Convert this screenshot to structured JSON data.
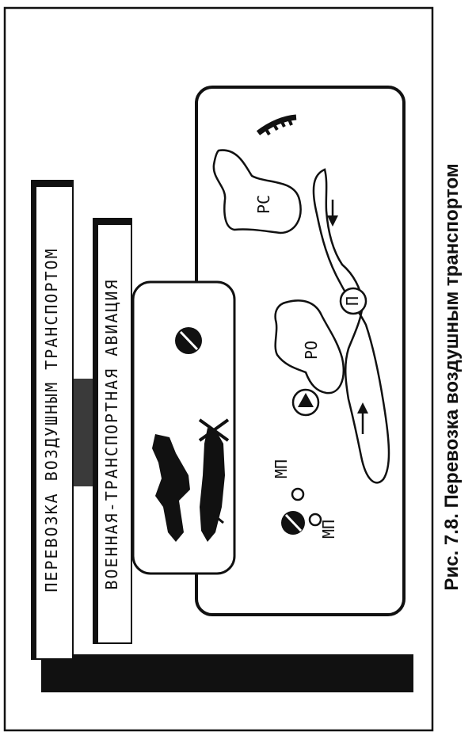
{
  "caption": "Рис. 7.8. Перевозка воздушным транспортом",
  "banner_title": "ПЕРЕВОЗКА ВОЗДУШНЫМ ТРАНСПОРТОМ",
  "banner_subtitle": "ВОЕННАЯ-ТРАНСПОРТНАЯ АВИАЦИЯ",
  "labels": {
    "area_rs": "РС",
    "area_ro": "РО",
    "point_p": "П",
    "mp_1": "МП",
    "mp_2": "МП"
  },
  "icons": {
    "aircraft": "aircraft-silhouette-icon",
    "helicopter": "helicopter-silhouette-icon",
    "divided_circle": "divided-circle-icon",
    "triangle_circle": "triangle-in-circle-icon",
    "comb": "comb-symbol-icon"
  }
}
